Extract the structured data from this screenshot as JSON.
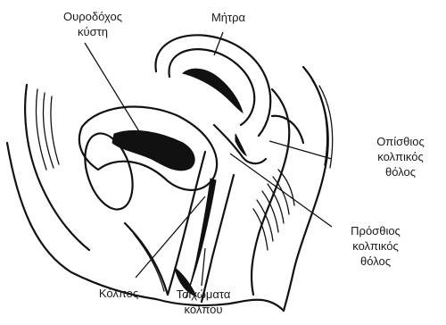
{
  "labels": {
    "bladder": {
      "lines": [
        "Ουροδόχος",
        "κύστη"
      ]
    },
    "uterus": {
      "lines": [
        "Μήτρα"
      ]
    },
    "posterior_fornix": {
      "lines": [
        "Οπίσθιος",
        "κολπικός",
        "θόλος"
      ]
    },
    "anterior_fornix": {
      "lines": [
        "Πρόσθιος",
        "κολπικός",
        "θόλος"
      ]
    },
    "vagina": {
      "lines": [
        "Κόλπος"
      ]
    },
    "vaginal_walls": {
      "lines": [
        "Τοιχώματα",
        "κόλπου"
      ]
    }
  }
}
